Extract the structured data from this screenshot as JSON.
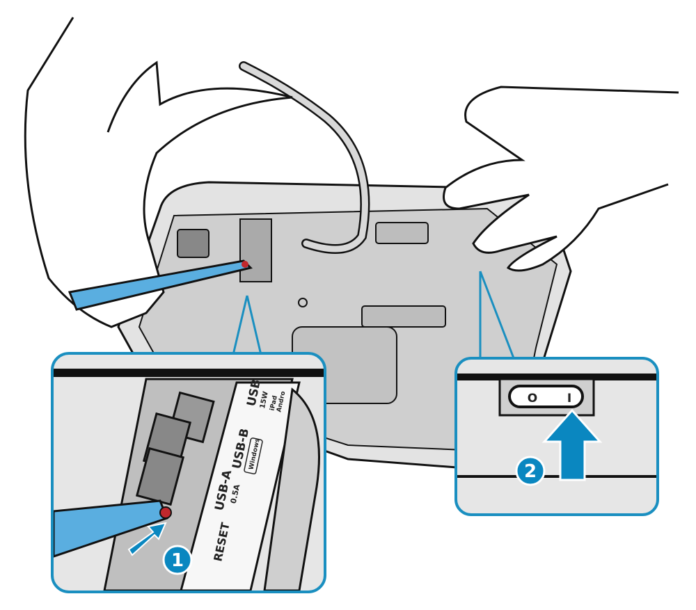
{
  "title": "Printer rear panel reset and power switch illustration",
  "callout_1": {
    "step_number": "1",
    "labels": {
      "reset": "RESET",
      "usb_a": "USB-A",
      "usb_a_rating": "0.5A",
      "usb_b": "USB-B",
      "usb_b_badge": "Windows",
      "usb_c": "USB",
      "usb_c_rating": "15W",
      "usb_c_badge_line1": "iPad",
      "usb_c_badge_line2": "Andro"
    }
  },
  "callout_2": {
    "step_number": "2",
    "switch_off": "O",
    "switch_on": "I"
  },
  "colors": {
    "accent": "#1a8fc0",
    "arrow": "#0a87c0",
    "tool": "#5aaee0",
    "panel": "#d9d9d9",
    "outline": "#111111"
  }
}
